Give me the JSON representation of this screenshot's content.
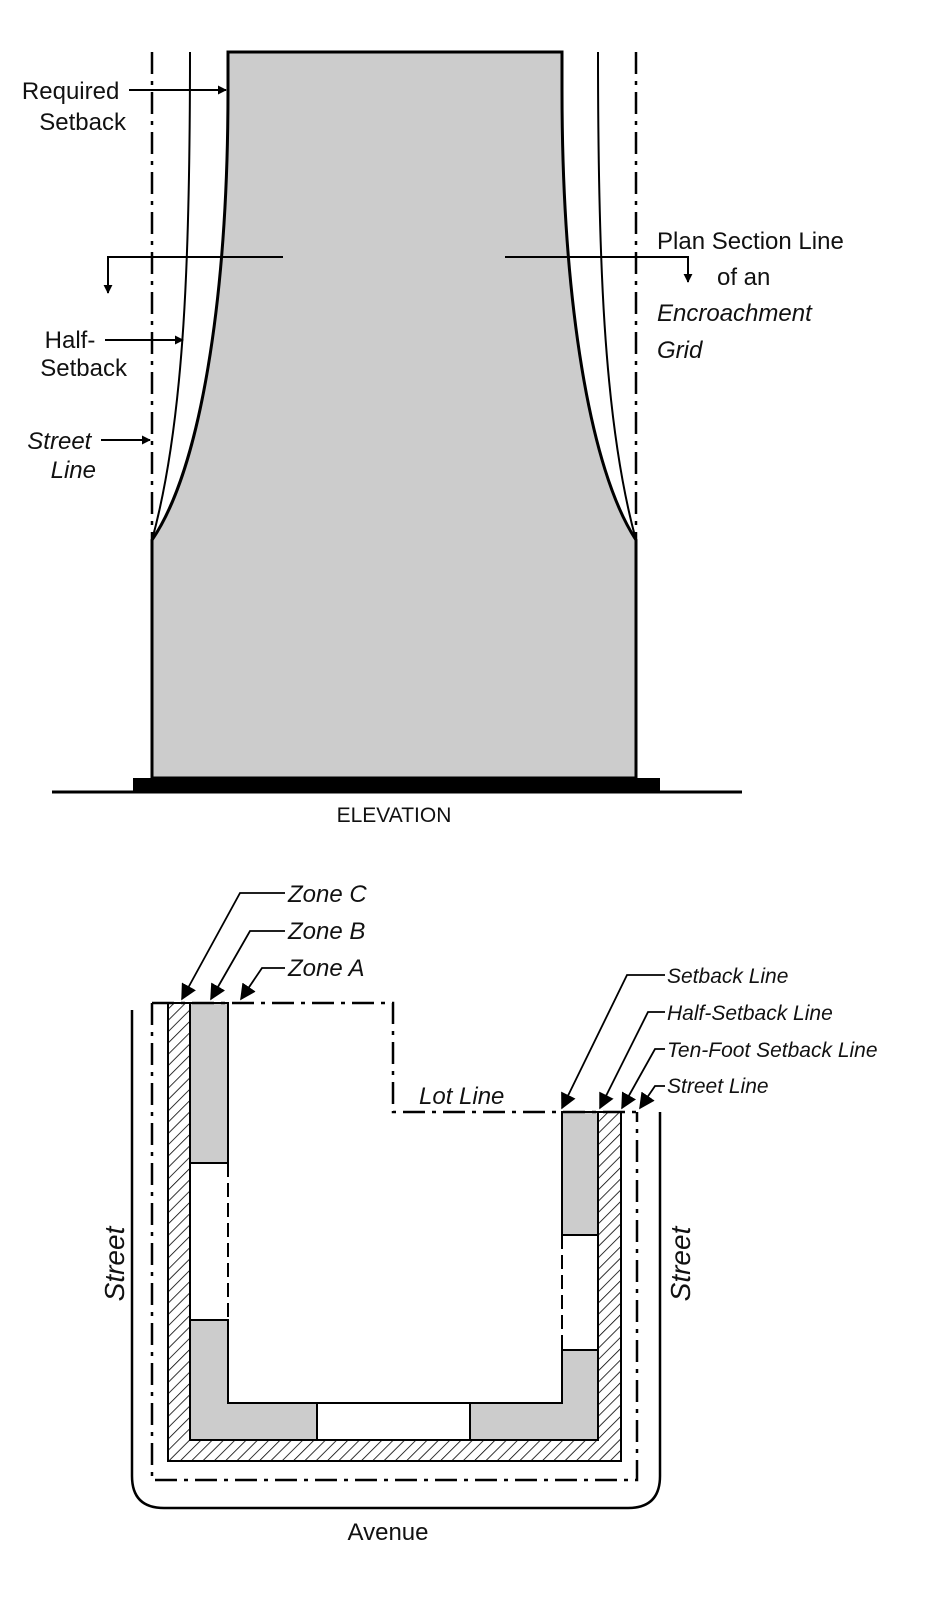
{
  "elevation": {
    "title": "ELEVATION",
    "labels": {
      "required_setback": [
        "Required",
        "Setback"
      ],
      "half_setback": [
        "Half-",
        "Setback"
      ],
      "street_line": [
        "Street",
        "Line"
      ],
      "plan_section_line": [
        "Plan Section Line",
        "of an",
        "Encroachment",
        "Grid"
      ]
    }
  },
  "plan": {
    "zones": [
      "Zone C",
      "Zone B",
      "Zone A"
    ],
    "lines": [
      "Setback Line",
      "Half-Setback Line",
      "Ten-Foot Setback Line",
      "Street Line"
    ],
    "lot_line": "Lot Line",
    "street_left": "Street",
    "street_right": "Street",
    "avenue": "Avenue"
  },
  "colors": {
    "building_fill": "#cccccc",
    "line": "#000000",
    "hatch": "#000000",
    "background": "#ffffff"
  }
}
